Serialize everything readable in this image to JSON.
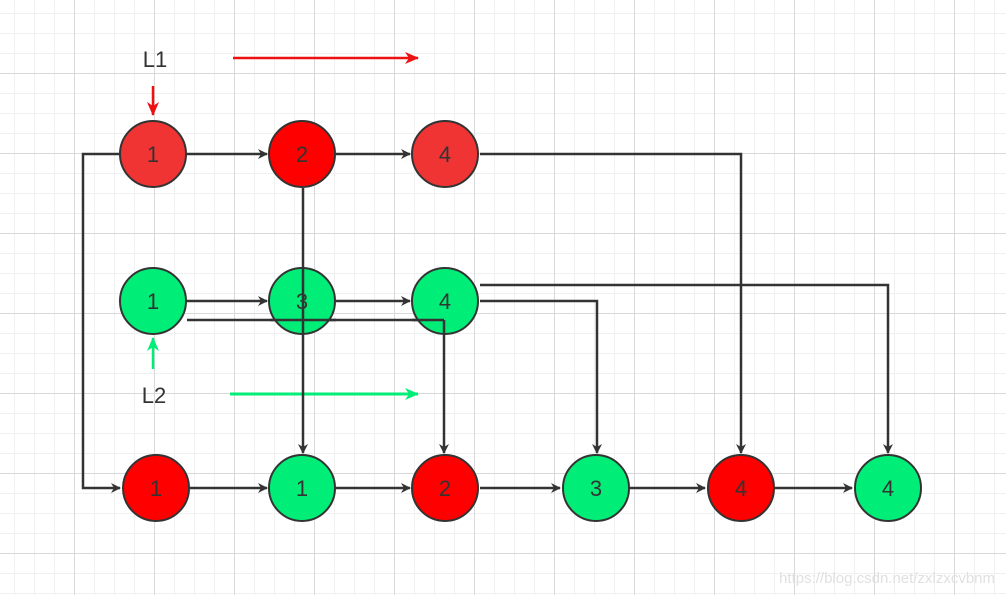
{
  "labels": {
    "l1": "L1",
    "l2": "L2",
    "watermark": "https://blog.csdn.net/zxlzxcvbnm"
  },
  "colors": {
    "red_light": "#f03434",
    "red": "#ff0000",
    "green": "#00ee77",
    "arrow_red": "#ee1111",
    "arrow_green": "#00ee77",
    "line": "#333333"
  },
  "list1": {
    "nodes": [
      {
        "value": "1"
      },
      {
        "value": "2"
      },
      {
        "value": "4"
      }
    ]
  },
  "list2": {
    "nodes": [
      {
        "value": "1"
      },
      {
        "value": "3"
      },
      {
        "value": "4"
      }
    ]
  },
  "merged": {
    "nodes": [
      {
        "value": "1"
      },
      {
        "value": "1"
      },
      {
        "value": "2"
      },
      {
        "value": "3"
      },
      {
        "value": "4"
      },
      {
        "value": "4"
      }
    ]
  }
}
